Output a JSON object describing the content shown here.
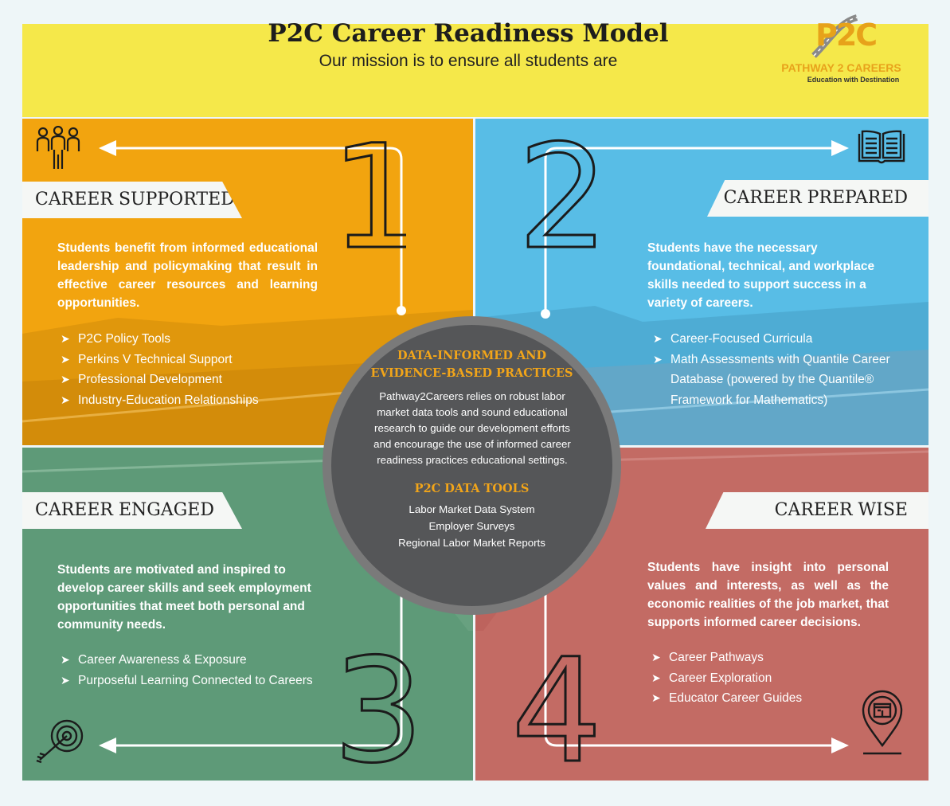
{
  "header": {
    "title": "P2C Career Readiness Model",
    "subtitle": "Our mission is to ensure all students are",
    "logo_mark": "P2C",
    "logo_name": "PATHWAY 2 CAREERS",
    "logo_tagline": "Education with Destination"
  },
  "colors": {
    "header": "#f5e84a",
    "supported": "#f2a40f",
    "prepared": "#58bde6",
    "engaged": "#5e9a78",
    "wise": "#c36b64",
    "center": "#555658",
    "center_heading": "#f2a519"
  },
  "icons": {
    "supported": "people-group-icon",
    "prepared": "open-book-icon",
    "engaged": "target-arrow-icon",
    "wise": "location-pin-store-icon"
  },
  "quadrants": {
    "supported": {
      "number": "1",
      "label": "CAREER SUPPORTED",
      "description": "Students benefit from informed educational leadership and policymaking that result in effective career resources and learning opportunities.",
      "items": [
        "P2C Policy Tools",
        "Perkins V Technical Support",
        "Professional Development",
        "Industry-Education Relationships"
      ]
    },
    "prepared": {
      "number": "2",
      "label": "CAREER PREPARED",
      "description": "Students have the necessary foundational, technical, and workplace skills needed to support success in a variety of careers.",
      "items": [
        "Career-Focused Curricula",
        "Math Assessments with Quantile Career Database (powered by the Quantile® Framework for Mathematics)"
      ]
    },
    "engaged": {
      "number": "3",
      "label": "CAREER  ENGAGED",
      "description": "Students are motivated and inspired to develop career skills and seek employment opportunities that meet both personal and community needs.",
      "items": [
        "Career Awareness & Exposure",
        "Purposeful Learning Connected to Careers"
      ]
    },
    "wise": {
      "number": "4",
      "label": "CAREER WISE",
      "description": "Students have insight into personal values and interests, as well as the economic realities of the job market, that supports informed career decisions.",
      "items": [
        "Career Pathways",
        "Career Exploration",
        "Educator Career Guides"
      ]
    }
  },
  "center": {
    "heading_line1": "DATA-INFORMED AND",
    "heading_line2": "EVIDENCE-BASED PRACTICES",
    "body": "Pathway2Careers relies on robust labor market data tools and sound educational research to guide our development efforts and encourage the use of informed career readiness practices educational settings.",
    "tools_heading": "P2C DATA TOOLS",
    "tools": [
      "Labor Market Data System",
      "Employer Surveys",
      "Regional Labor Market Reports"
    ]
  }
}
